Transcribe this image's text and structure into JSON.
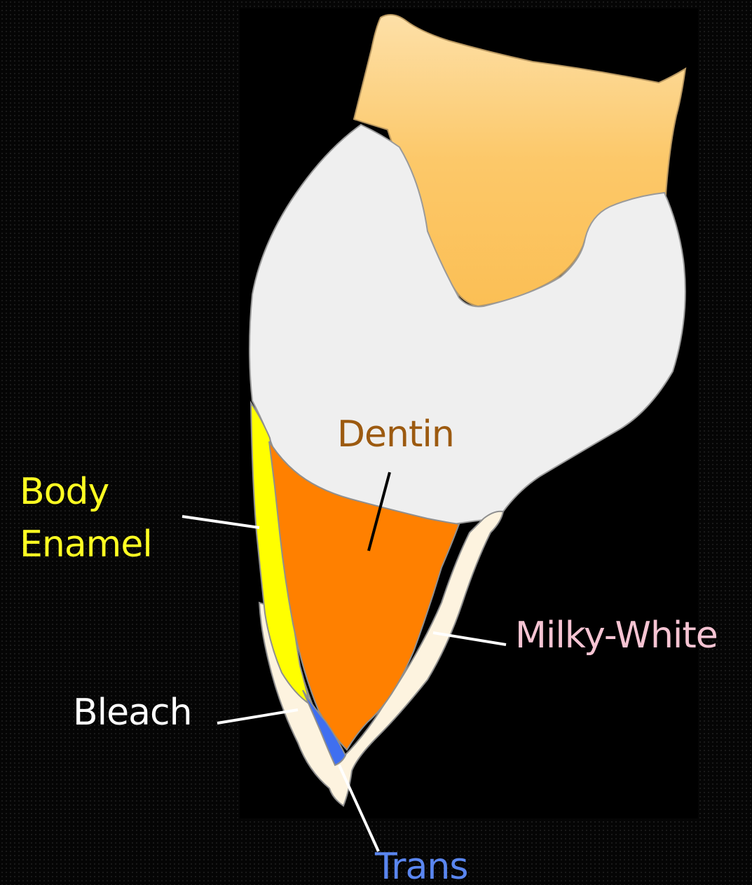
{
  "labels": {
    "dentin": "Dentin",
    "body": "Body",
    "enamel": "Enamel",
    "milky_white": "Milky-White",
    "bleach": "Bleach",
    "trans": "Trans"
  },
  "colors": {
    "background": "#000000",
    "gingiva_orange": "#fcc869",
    "tooth_gray": "#efefef",
    "dentin": "#ff8000",
    "body_enamel": "#ffff00",
    "milky_white": "#fdf3df",
    "trans": "#3f6ff0",
    "dentin_label": "#9c5a10",
    "body_enamel_label": "#ffff22",
    "milky_white_label": "#f6c4d3",
    "trans_label": "#5a86f0"
  }
}
